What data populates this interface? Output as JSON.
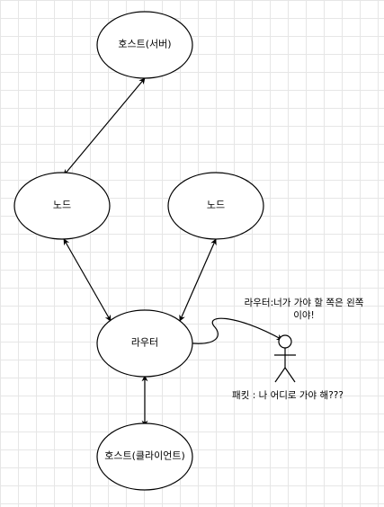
{
  "diagram": {
    "nodes": {
      "host_server": {
        "label": "호스트(서버)"
      },
      "node_left": {
        "label": "노드"
      },
      "node_right": {
        "label": "노드"
      },
      "router": {
        "label": "라우터"
      },
      "host_client": {
        "label": "호스트(클라이언트)"
      }
    },
    "router_note": {
      "line1": "라우터:너가 가야 할 쪽은 왼쪽",
      "line2": "이야!"
    },
    "packet_note": "패킷 : 나 어디로 가야 해???",
    "colors": {
      "stroke": "#000000",
      "fill": "#ffffff",
      "grid": "#e6e6e6"
    }
  }
}
